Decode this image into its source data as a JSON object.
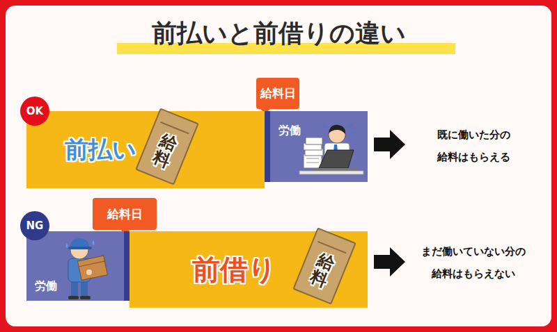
{
  "diagram": {
    "title": "前払いと前借りの違い",
    "nodes": [
      {
        "text": [
          "OK"
        ]
      },
      {
        "text": [
          "給料日"
        ]
      },
      {
        "text": [
          "前払い"
        ]
      },
      {
        "text": [
          "給料"
        ],
        "in": 2
      },
      {
        "text": [
          "労働"
        ]
      },
      {
        "text": [
          "NG"
        ]
      },
      {
        "text": [
          "給料日"
        ]
      },
      {
        "text": [
          "労働"
        ]
      },
      {
        "text": [
          "前借り"
        ]
      },
      {
        "text": [
          "給料"
        ],
        "in": 8
      }
    ],
    "labels": [
      "既に働いた分の 給料はもらえる",
      "まだ働いていない分の 給料はもらえない"
    ]
  }
}
